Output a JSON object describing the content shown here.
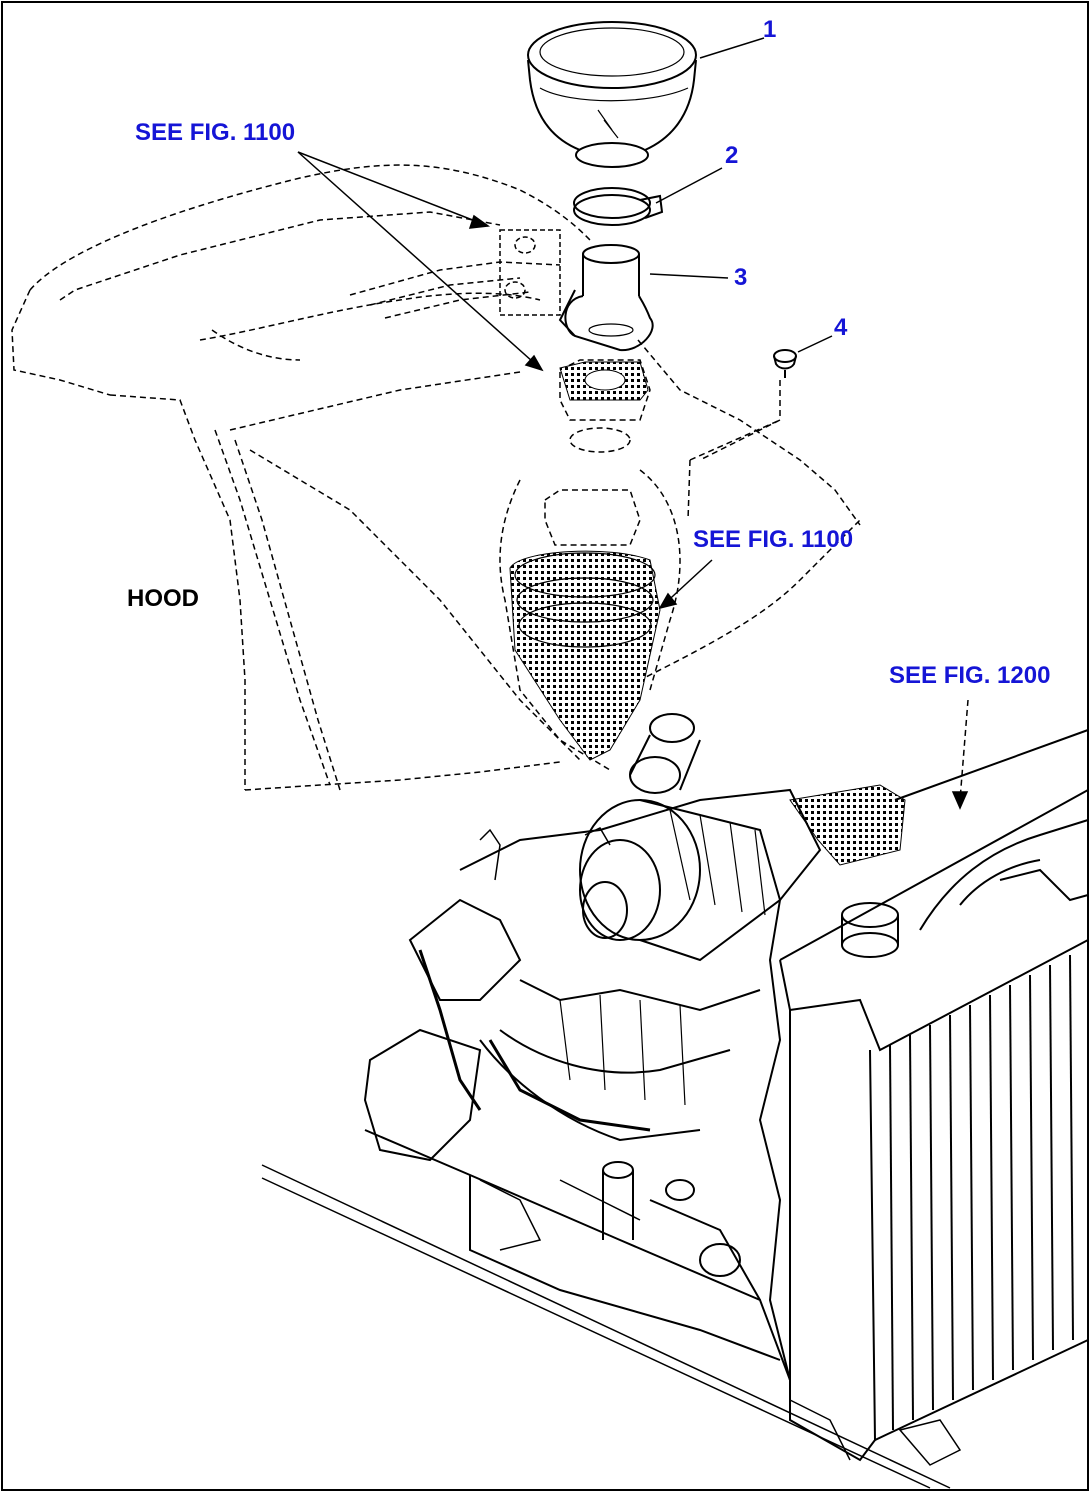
{
  "colors": {
    "callout": "#1515d6",
    "line": "#000000",
    "background": "#ffffff"
  },
  "callouts": [
    {
      "id": "1",
      "text": "1"
    },
    {
      "id": "2",
      "text": "2"
    },
    {
      "id": "3",
      "text": "3"
    },
    {
      "id": "4",
      "text": "4"
    }
  ],
  "references": {
    "fig1100_top": "SEE FIG. 1100",
    "fig1100_mid": "SEE FIG. 1100",
    "fig1200": "SEE FIG. 1200"
  },
  "labels": {
    "hood": "HOOD"
  }
}
